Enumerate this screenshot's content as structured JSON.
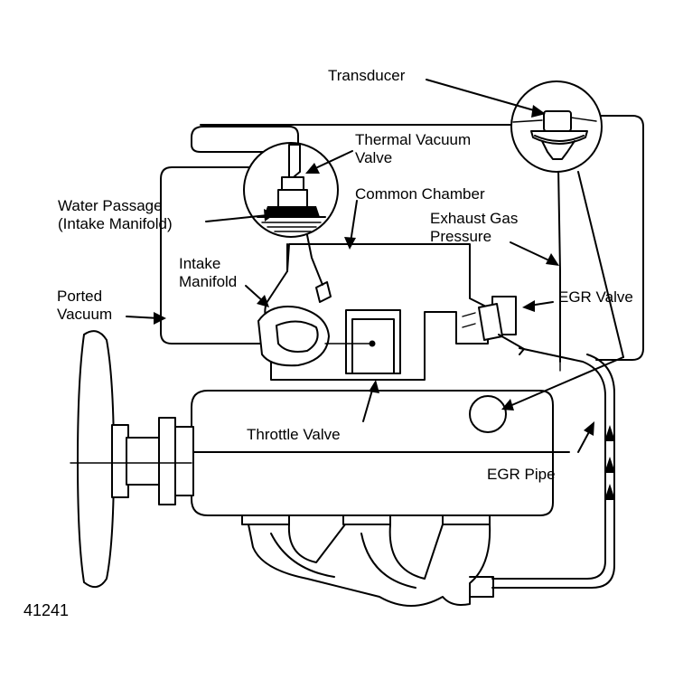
{
  "labels": {
    "transducer": "Transducer",
    "thermal_vacuum_valve_l1": "Thermal Vacuum",
    "thermal_vacuum_valve_l2": "Valve",
    "water_passage_l1": "Water Passage",
    "water_passage_l2": "(Intake Manifold)",
    "common_chamber": "Common Chamber",
    "exhaust_gas_pressure_l1": "Exhaust Gas",
    "exhaust_gas_pressure_l2": "Pressure",
    "intake_manifold_l1": "Intake",
    "intake_manifold_l2": "Manifold",
    "egr_valve": "EGR Valve",
    "ported_vacuum_l1": "Ported",
    "ported_vacuum_l2": "Vacuum",
    "throttle_valve": "Throttle Valve",
    "egr_pipe": "EGR Pipe",
    "figure_number": "41241"
  }
}
